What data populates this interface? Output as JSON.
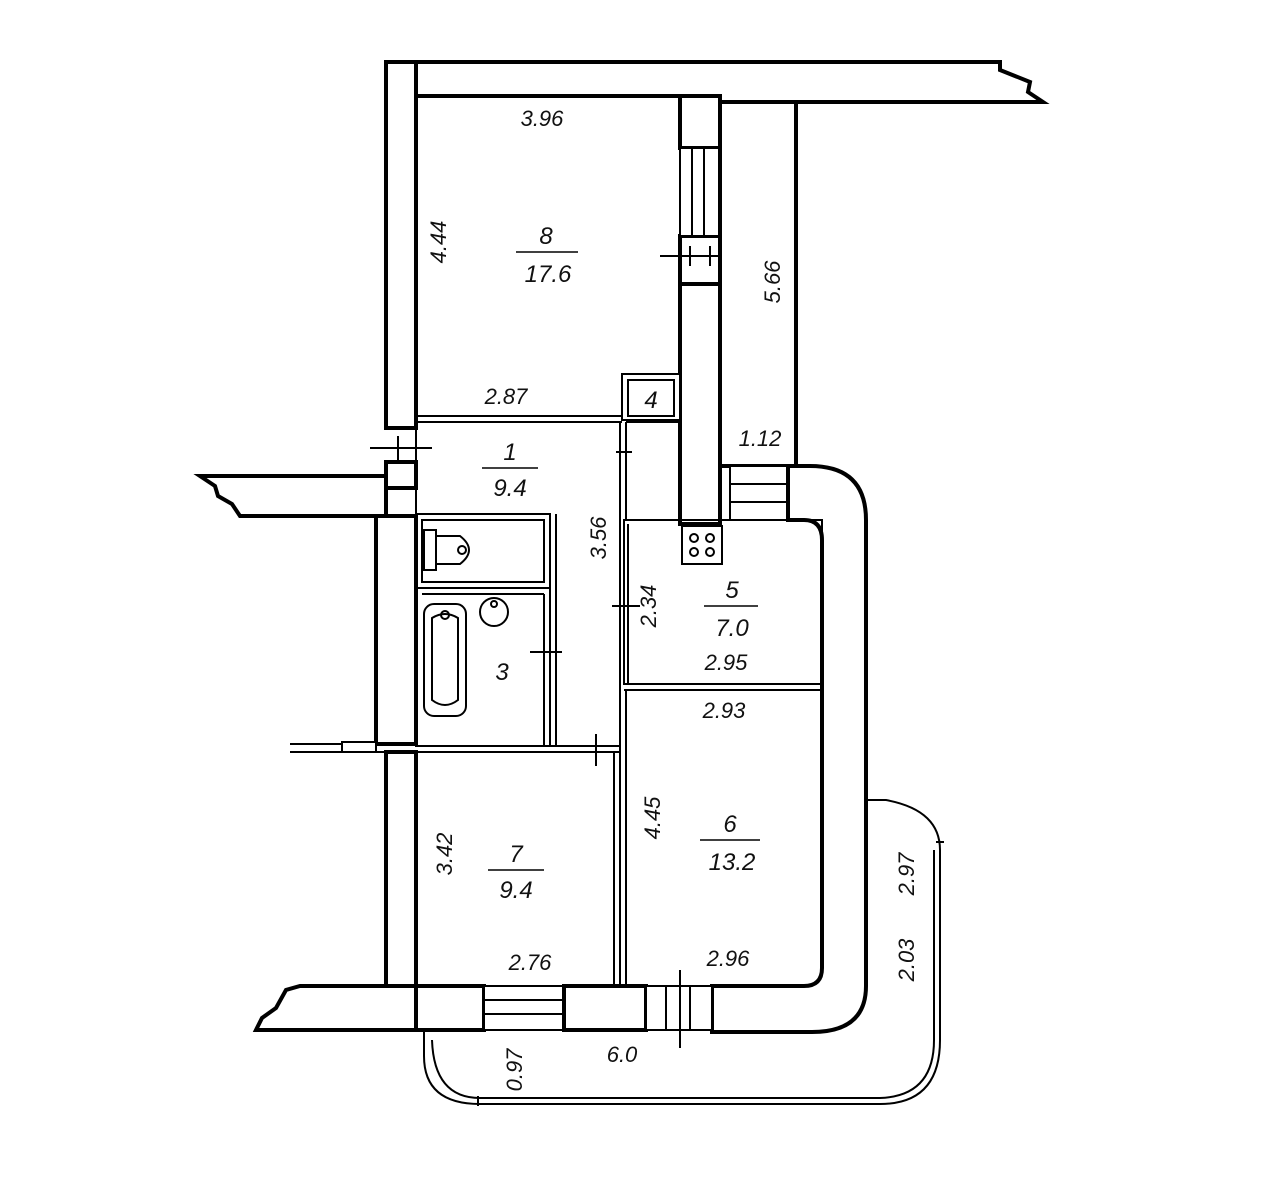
{
  "rooms": [
    {
      "number": "8",
      "area": "17.6"
    },
    {
      "number": "1",
      "area": "9.4"
    },
    {
      "number": "3"
    },
    {
      "number": "4"
    },
    {
      "number": "5",
      "area": "7.0"
    },
    {
      "number": "6",
      "area": "13.2"
    },
    {
      "number": "7",
      "area": "9.4"
    }
  ],
  "dimensions": {
    "r8_top": "3.96",
    "r8_left": "4.44",
    "r8_bottom": "2.87",
    "balcony_top_len": "5.66",
    "balcony_top_width": "1.12",
    "r1_right": "3.56",
    "r5_left": "2.34",
    "r5_bottom": "2.95",
    "r6_top": "2.93",
    "r6_left": "4.45",
    "r6_bottom": "2.96",
    "r7_left": "3.42",
    "r7_bottom": "2.76",
    "loggia_width": "0.97",
    "loggia_len": "6.0",
    "loggia_side_a": "2.97",
    "loggia_side_b": "2.03"
  }
}
